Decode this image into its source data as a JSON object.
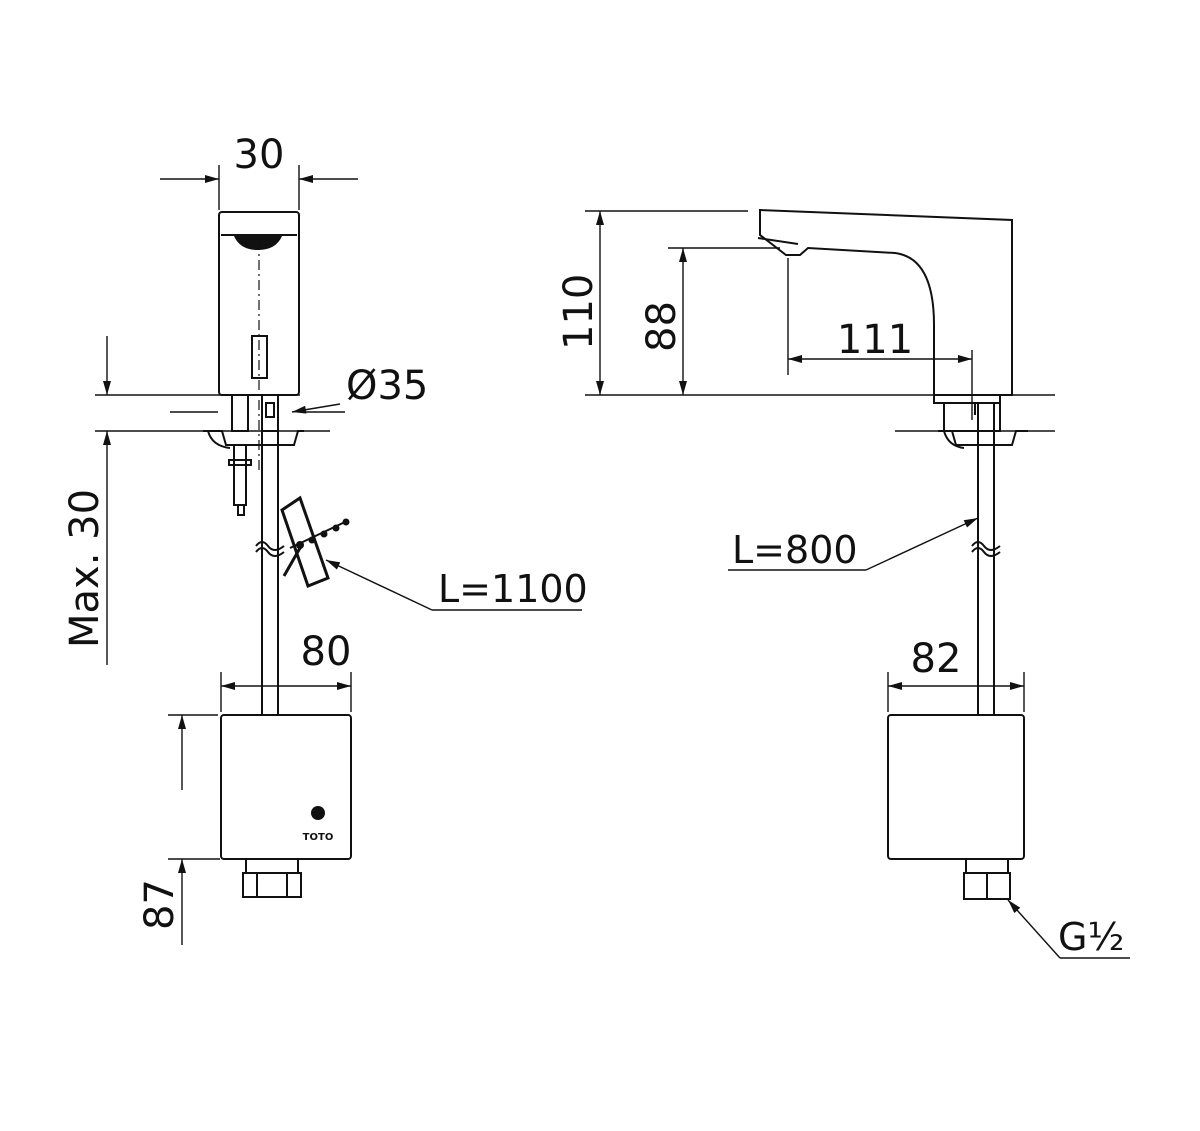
{
  "diagram": {
    "front_view": {
      "width_dim": "30",
      "hose_diameter_dim": "Ø35",
      "deck_thickness_dim": "Max. 30",
      "hose_length": "L=1100",
      "box_width_dim": "80",
      "box_height_dim": "87",
      "logo": "TOTO"
    },
    "side_view": {
      "height_dim": "110",
      "spout_height_dim": "88",
      "reach_dim": "111",
      "hose_length": "L=800",
      "box_width_dim": "82",
      "thread_size": "G½"
    }
  }
}
